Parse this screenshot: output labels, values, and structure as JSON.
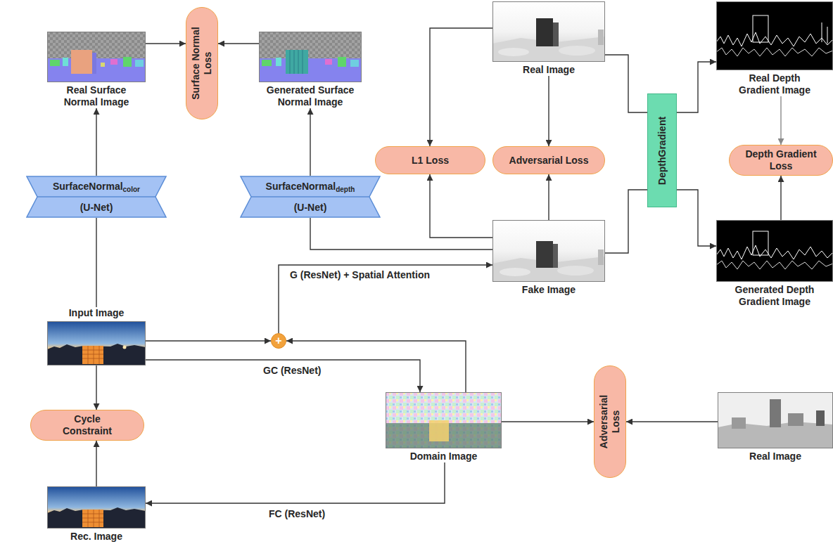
{
  "diagram": {
    "nodes": [
      {
        "text": [
          "Real Surface Normal Image"
        ]
      },
      {
        "text": [
          "Surface Normal Loss"
        ]
      },
      {
        "text": [
          "Generated Surface Normal Image"
        ]
      },
      {
        "text": [
          "Real Image"
        ]
      },
      {
        "text": [
          "L1 Loss"
        ]
      },
      {
        "text": [
          "Adversarial Loss"
        ]
      },
      {
        "text": [
          "DepthGradient"
        ]
      },
      {
        "text": [
          "Real Depth Gradient Image"
        ]
      },
      {
        "text": [
          "Depth Gradient Loss"
        ]
      },
      {
        "text": [
          "Generated Depth Gradient Image"
        ]
      },
      {
        "text": [
          "SurfaceNormal",
          "color",
          "(U-Net)"
        ]
      },
      {
        "text": [
          "SurfaceNormal",
          "depth",
          "(U-Net)"
        ]
      },
      {
        "text": [
          "Fake Image"
        ]
      },
      {
        "text": [
          "Input Image"
        ]
      },
      {
        "text": [
          "+"
        ]
      },
      {
        "text": [
          "Cycle Constraint"
        ]
      },
      {
        "text": [
          "Domain Image"
        ]
      },
      {
        "text": [
          "Adversarial Loss"
        ]
      },
      {
        "text": [
          "Real Image"
        ]
      },
      {
        "text": [
          "Rec. Image"
        ]
      }
    ],
    "edges": [
      {
        "from": 13,
        "to": 10,
        "arrow": "none"
      },
      {
        "from": 10,
        "to": 0,
        "arrow": "to"
      },
      {
        "from": 0,
        "to": 1,
        "arrow": "to"
      },
      {
        "from": 2,
        "to": 1,
        "arrow": "to"
      },
      {
        "from": 11,
        "to": 2,
        "arrow": "to"
      },
      {
        "from": 12,
        "to": 11,
        "arrow": "none"
      },
      {
        "from": 3,
        "to": 4,
        "arrow": "to"
      },
      {
        "from": 12,
        "to": 4,
        "arrow": "to"
      },
      {
        "from": 3,
        "to": 5,
        "arrow": "to"
      },
      {
        "from": 12,
        "to": 5,
        "arrow": "to"
      },
      {
        "from": 3,
        "to": 6,
        "arrow": "none"
      },
      {
        "from": 6,
        "to": 7,
        "arrow": "to"
      },
      {
        "from": 12,
        "to": 6,
        "arrow": "none"
      },
      {
        "from": 6,
        "to": 9,
        "arrow": "to"
      },
      {
        "from": 7,
        "to": 8,
        "arrow": "to"
      },
      {
        "from": 9,
        "to": 8,
        "arrow": "to"
      },
      {
        "from": 13,
        "to": 14,
        "arrow": "to"
      },
      {
        "from": 16,
        "to": 14,
        "arrow": "to"
      },
      {
        "from": 14,
        "to": 12,
        "label": "G (ResNet) + Spatial Attention",
        "arrow": "to"
      },
      {
        "from": 13,
        "to": 16,
        "label": "GC (ResNet)",
        "arrow": "to"
      },
      {
        "from": 13,
        "to": 15,
        "arrow": "to"
      },
      {
        "from": 19,
        "to": 15,
        "arrow": "to"
      },
      {
        "from": 16,
        "to": 19,
        "label": "FC (ResNet)",
        "arrow": "to"
      },
      {
        "from": 16,
        "to": 17,
        "arrow": "to"
      },
      {
        "from": 18,
        "to": 17,
        "arrow": "to"
      }
    ]
  }
}
